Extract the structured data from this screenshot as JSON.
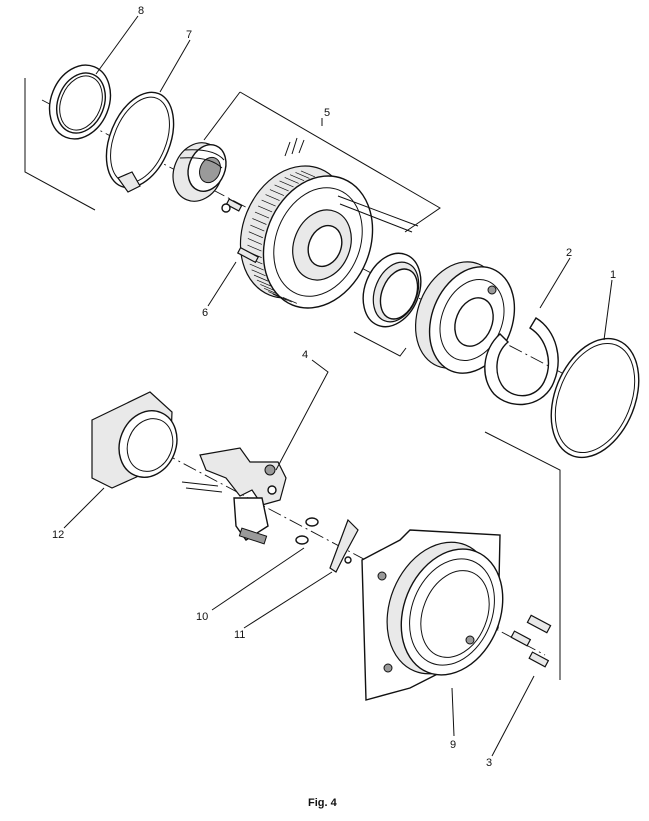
{
  "figure": {
    "caption": "Fig. 4",
    "callouts": [
      {
        "id": "1",
        "text": "1"
      },
      {
        "id": "2",
        "text": "2"
      },
      {
        "id": "3",
        "text": "3"
      },
      {
        "id": "4",
        "text": "4"
      },
      {
        "id": "5",
        "text": "5"
      },
      {
        "id": "6",
        "text": "6"
      },
      {
        "id": "7",
        "text": "7"
      },
      {
        "id": "8",
        "text": "8"
      },
      {
        "id": "9",
        "text": "9"
      },
      {
        "id": "10",
        "text": "10"
      },
      {
        "id": "11",
        "text": "11"
      },
      {
        "id": "12",
        "text": "12"
      }
    ]
  }
}
